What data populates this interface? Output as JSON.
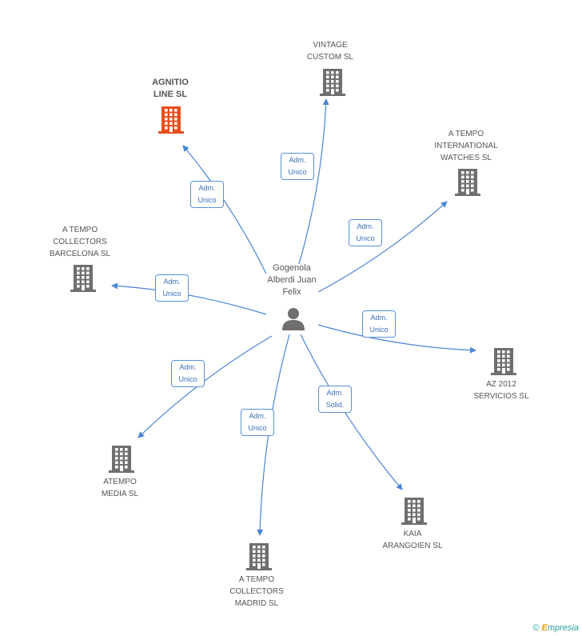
{
  "colors": {
    "edge": "#4a86d4",
    "building": "#6f6f6f",
    "building_highlight": "#e84e1b",
    "person": "#6f6f6f"
  },
  "center": {
    "name": "Gogenola\nAlberdi Juan\nFelix",
    "icon": "person-icon"
  },
  "nodes": [
    {
      "id": "agnitio",
      "label": "AGNITIO\nLINE SL",
      "highlight": true,
      "icon": "building-icon",
      "role": "Adm.\nUnico"
    },
    {
      "id": "vintage",
      "label": "VINTAGE\nCUSTOM SL",
      "highlight": false,
      "icon": "building-icon",
      "role": "Adm.\nUnico"
    },
    {
      "id": "atempo-intl",
      "label": "A TEMPO\nINTERNATIONAL\nWATCHES SL",
      "highlight": false,
      "icon": "building-icon",
      "role": "Adm.\nUnico"
    },
    {
      "id": "atempo-bcn",
      "label": "A TEMPO\nCOLLECTORS\nBARCELONA SL",
      "highlight": false,
      "icon": "building-icon",
      "role": "Adm.\nUnico"
    },
    {
      "id": "az2012",
      "label": "AZ 2012\nSERVICIOS SL",
      "highlight": false,
      "icon": "building-icon",
      "role": "Adm.\nUnico"
    },
    {
      "id": "atempo-media",
      "label": "ATEMPO\nMEDIA SL",
      "highlight": false,
      "icon": "building-icon",
      "role": "Adm.\nUnico"
    },
    {
      "id": "kaia",
      "label": "KAIA\nARANGOIEN SL",
      "highlight": false,
      "icon": "building-icon",
      "role": "Adm.\nSolid."
    },
    {
      "id": "atempo-madrid",
      "label": "A TEMPO\nCOLLECTORS\nMADRID SL",
      "highlight": false,
      "icon": "building-icon",
      "role": "Adm.\nUnico"
    }
  ],
  "footer": {
    "copyright": "©",
    "brand_initial": "E",
    "brand_rest": "mpresia"
  }
}
